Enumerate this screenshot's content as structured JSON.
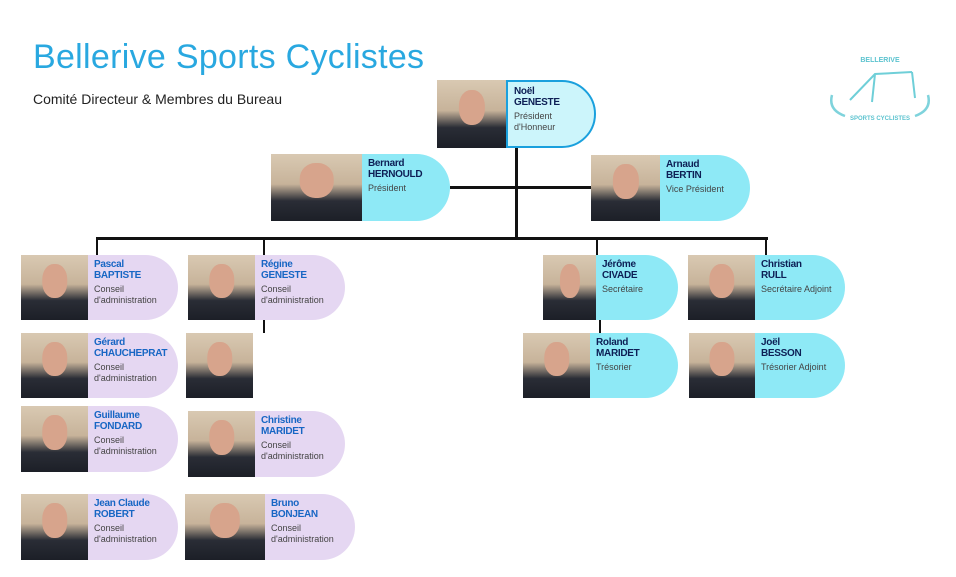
{
  "header": {
    "title": "Bellerive Sports Cyclistes",
    "subtitle": "Comité Directeur & Membres du Bureau"
  },
  "logo": {
    "top_text": "BELLERIVE",
    "bottom_text": "SPORTS CYCLISTES"
  },
  "colors": {
    "title": "#29a8e0",
    "bureau": "#8ee9f6",
    "conseil": "#e5d7f2",
    "honor_border": "#1aa0dd"
  },
  "members": [
    {
      "first": "Noël",
      "last": "GENESTE",
      "role": "Président d'Honneur",
      "group": "honor"
    },
    {
      "first": "Bernard",
      "last": "HERNOULD",
      "role": "Président",
      "group": "bureau"
    },
    {
      "first": "Arnaud",
      "last": "BERTIN",
      "role": "Vice Président",
      "group": "bureau"
    },
    {
      "first": "Pascal",
      "last": "BAPTISTE",
      "role": "Conseil d'administration",
      "group": "conseil"
    },
    {
      "first": "Régine",
      "last": "GENESTE",
      "role": "Conseil d'administration",
      "group": "conseil"
    },
    {
      "first": "Gérard",
      "last": "CHAUCHEPRAT",
      "role": "Conseil d'administration",
      "group": "conseil"
    },
    {
      "first": "Guillaume",
      "last": "FONDARD",
      "role": "Conseil d'administration",
      "group": "conseil"
    },
    {
      "first": "Christine",
      "last": "MARIDET",
      "role": "Conseil d'administration",
      "group": "conseil"
    },
    {
      "first": "Jean Claude",
      "last": "ROBERT",
      "role": "Conseil d'administration",
      "group": "conseil"
    },
    {
      "first": "Bruno",
      "last": "BONJEAN",
      "role": "Conseil d'administration",
      "group": "conseil"
    },
    {
      "first": "Jérôme",
      "last": "CIVADE",
      "role": "Secrétaire",
      "group": "bureau"
    },
    {
      "first": "Christian",
      "last": "RULL",
      "role": "Secrétaire Adjoint",
      "group": "bureau"
    },
    {
      "first": "Roland",
      "last": "MARIDET",
      "role": "Trésorier",
      "group": "bureau"
    },
    {
      "first": "Joël",
      "last": "BESSON",
      "role": "Trésorier Adjoint",
      "group": "bureau"
    }
  ]
}
